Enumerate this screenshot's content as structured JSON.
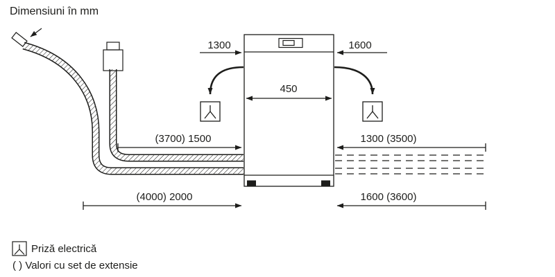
{
  "title": "Dimensiuni în mm",
  "labels": {
    "cord_left": "1300",
    "cord_right": "1600",
    "appliance_width": "450",
    "supply_left": "(3700) 1500",
    "supply_right": "1300 (3500)",
    "drain_left": "(4000) 2000",
    "drain_right": "1600 (3600)"
  },
  "legend": {
    "socket_label": "Priză electrică",
    "extension_note": "( ) Valori cu set de extensie"
  },
  "icons": {
    "socket": "schuko-socket-icon",
    "hose": "corrugated-hose",
    "tap": "water-tap-connector"
  },
  "colors": {
    "ink": "#1d1d1b",
    "background": "#ffffff"
  }
}
